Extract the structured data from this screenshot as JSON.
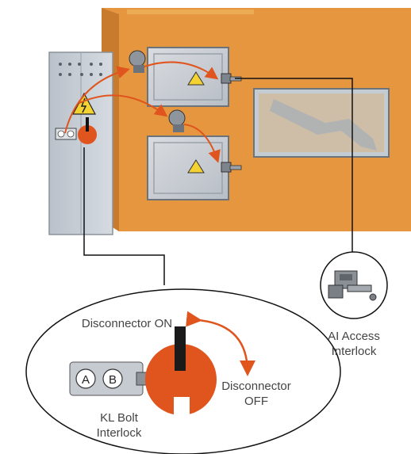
{
  "labels": {
    "disconnector_on": "Disconnector ON",
    "disconnector_off": "Disconnector OFF",
    "kl_bolt_interlock": "KL Bolt Interlock",
    "ai_access_interlock": "AI Access Interlock",
    "key_a": "A",
    "key_b": "B"
  },
  "colors": {
    "cabinet_orange": "#E5963F",
    "accent_orange": "#E0541E",
    "panel_grey": "#C9CFD6",
    "text_grey": "#444444"
  }
}
